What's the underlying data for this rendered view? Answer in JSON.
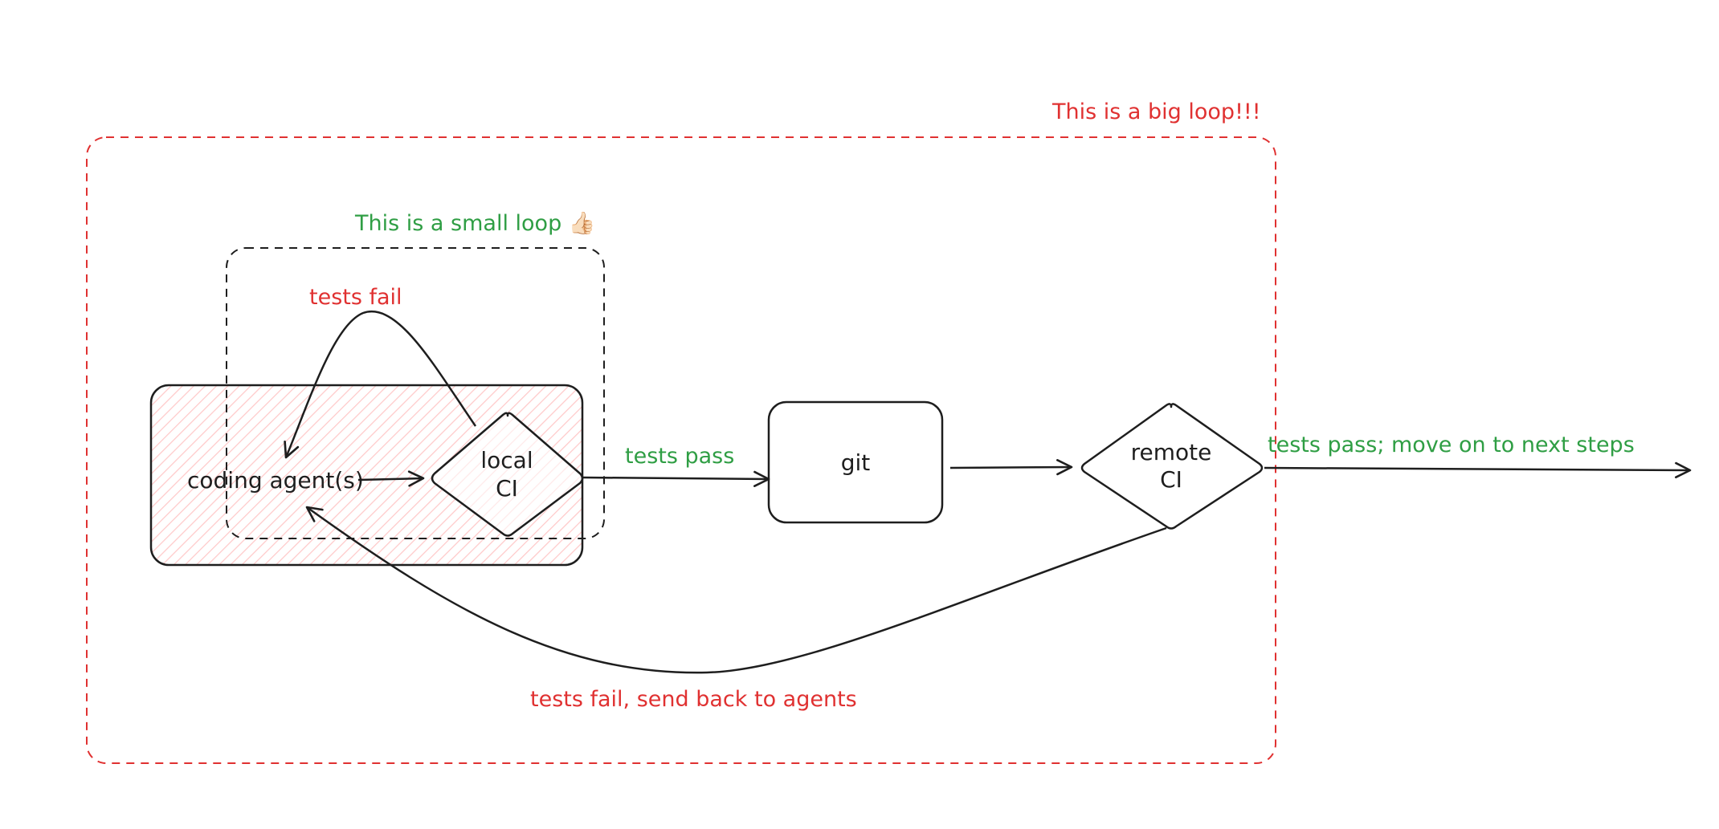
{
  "annotations": {
    "big_loop": "This is a big loop!!!",
    "small_loop": "This is a small loop 👍🏻"
  },
  "nodes": {
    "coding_agents": "coding agent(s)",
    "local_ci_line1": "local",
    "local_ci_line2": "CI",
    "git": "git",
    "remote_ci_line1": "remote",
    "remote_ci_line2": "CI"
  },
  "edges": {
    "local_fail": "tests fail",
    "local_pass": "tests pass",
    "remote_pass": "tests pass; move on to next steps",
    "remote_fail": "tests fail, send back to agents"
  },
  "colors": {
    "red": "#e03131",
    "green": "#2f9e44",
    "ink": "#1e1e1e",
    "hatch": "#ffc9c9"
  }
}
